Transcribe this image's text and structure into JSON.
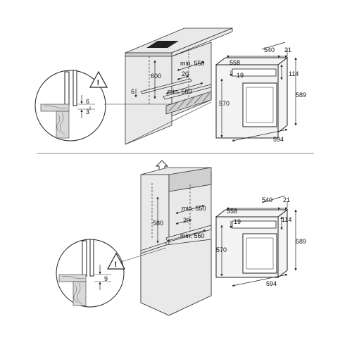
{
  "top_panel": {
    "labels": {
      "min550": "min. 550",
      "min560": "min. 560",
      "d600": "600",
      "d20": "20",
      "d6_left": "6",
      "d6_detail": "6",
      "d3_detail": "3",
      "d540": "540",
      "d21": "21",
      "d558": "558",
      "d19": "19",
      "d114": "114",
      "d589": "589",
      "d570": "570",
      "d594": "594"
    }
  },
  "bottom_panel": {
    "labels": {
      "min550": "min. 550",
      "min560": "min. 560",
      "d580": "580",
      "d20": "20",
      "d9_detail": "9",
      "d540": "540",
      "d21": "21",
      "d558": "558",
      "d19": "19",
      "d114": "114",
      "d589": "589",
      "d570": "570",
      "d594": "594"
    }
  },
  "warning_symbol": "!"
}
